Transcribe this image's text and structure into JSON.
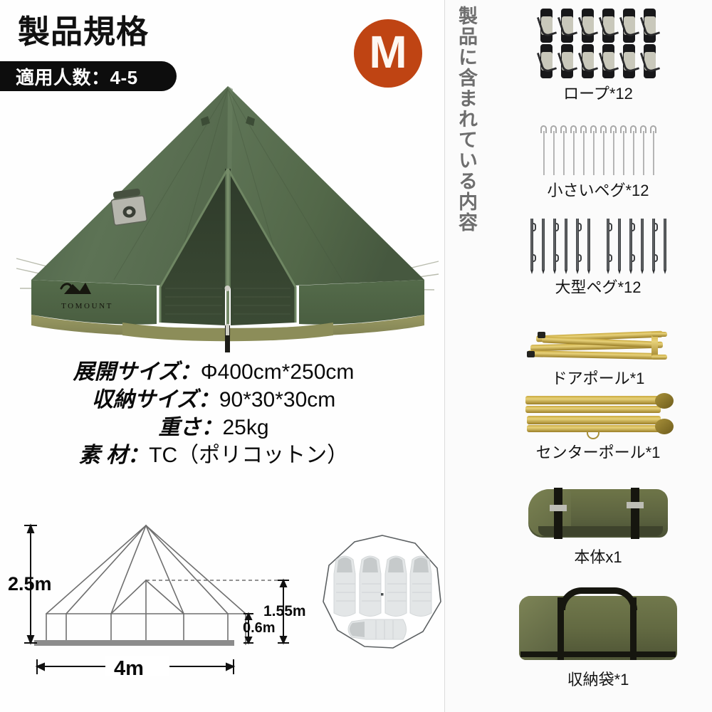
{
  "header": {
    "title": "製品規格",
    "capacity_badge": "適用人数：4-5",
    "size_badge": "M",
    "badge_color": "#bf4413",
    "badge_text_color": "#ffffff"
  },
  "product_photo": {
    "name": "bell-tent-photo",
    "brand_logo_text": "TOMOUNT",
    "tent_color": "#566b4e",
    "tent_skirt_color": "#8a8b58",
    "alt": "オリーブグリーンのベルテント（ワンポールテント）正面写真"
  },
  "specs": [
    {
      "label": "展開サイズ：",
      "value": "Φ400cm*250cm"
    },
    {
      "label": "収納サイズ：",
      "value": "90*30*30cm"
    },
    {
      "label": "重さ：",
      "value": "25kg"
    },
    {
      "label": "素 材：",
      "value": "TC（ポリコットン）"
    }
  ],
  "elevation_diagram": {
    "name": "tent-elevation-dimensions",
    "height_label": "2.5m",
    "wall_height_label": "1.55m",
    "skirt_height_label": "0.6m",
    "width_label": "4m",
    "line_color": "#6f6f6f",
    "ground_color": "#8c8c8c"
  },
  "floor_plan": {
    "name": "tent-floor-plan",
    "shape": "decagon",
    "sleeping_bags_vertical": 4,
    "sleeping_bags_horizontal": 1,
    "outline_color": "#5d6163",
    "bag_color": "#dfe2e3"
  },
  "contents_panel": {
    "vertical_title": "製品に含まれている内容",
    "title_color": "#6e6e6e",
    "items": [
      {
        "label": "ロープ*12",
        "icon": "guy-rope-icon",
        "count": 12
      },
      {
        "label": "小さいペグ*12",
        "icon": "small-peg-icon",
        "count": 12
      },
      {
        "label": "大型ペグ*12",
        "icon": "large-peg-icon",
        "count": 12
      },
      {
        "label": "ドアポール*1",
        "icon": "door-pole-icon",
        "count": 1
      },
      {
        "label": "センターポール*1",
        "icon": "center-pole-icon",
        "count": 1
      },
      {
        "label": "本体x1",
        "icon": "tent-body-bag-icon",
        "count": 1
      },
      {
        "label": "収納袋*1",
        "icon": "carry-bag-icon",
        "count": 1
      }
    ]
  }
}
